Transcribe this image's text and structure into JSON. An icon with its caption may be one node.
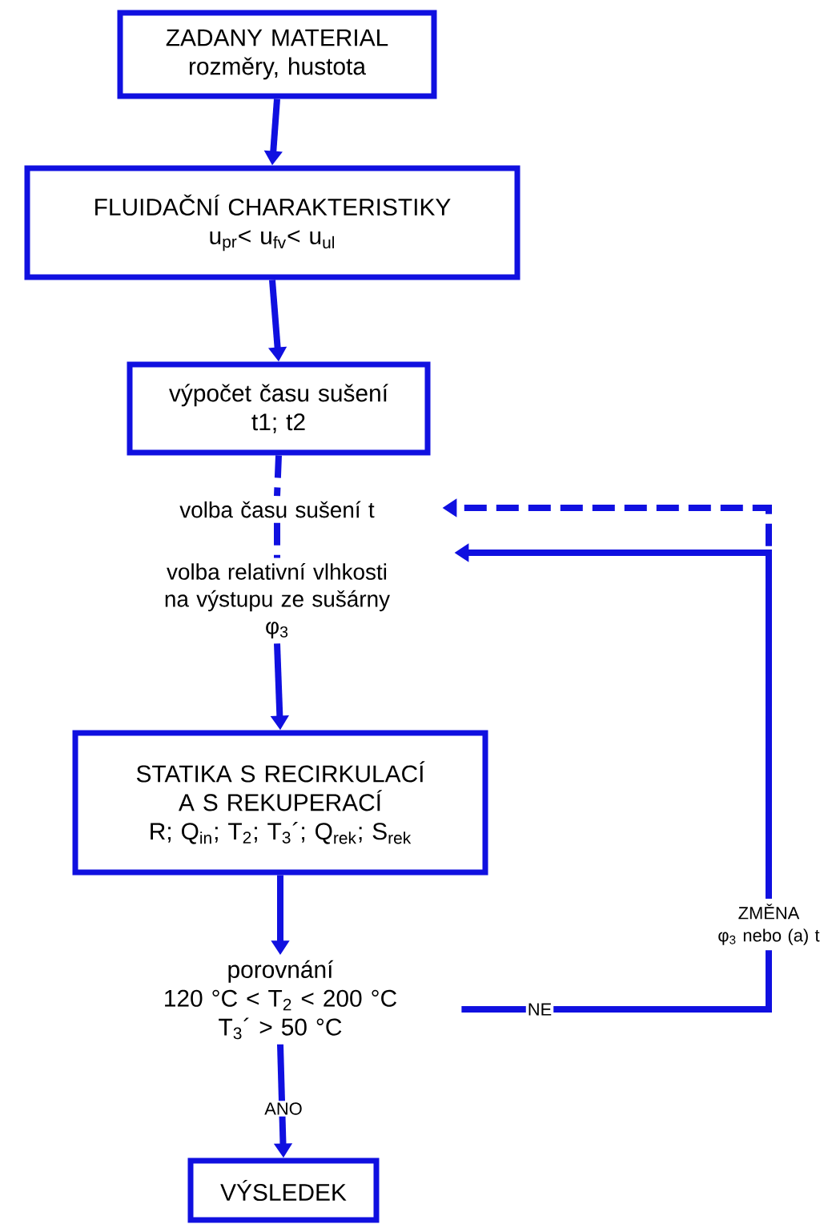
{
  "diagram": {
    "nodes": [
      {
        "text": [
          "ZADANY MATERIAL",
          "rozměry, hustota"
        ]
      },
      {
        "text": [
          "FLUIDAČNÍ CHARAKTERISTIKY",
          "u$_{pr}$< u$_{fv}$< u$_{ul}$"
        ]
      },
      {
        "text": [
          "výpočet času sušení",
          "t1; t2"
        ]
      },
      {
        "text": [
          "volba času sušení t"
        ]
      },
      {
        "text": [
          "volba relativní vlhkosti na výstupu ze sušárny",
          "φ$_{3}$"
        ]
      },
      {
        "text": [
          "STATIKA S RECIRKULACÍ A S REKUPERACÍ",
          "R; Q$_{in}$; T$_{2}$; T$_{3}$´; Q$_{rek}$; S$_{rek}$"
        ]
      },
      {
        "text": [
          "porovnání",
          "120 °C < T$_{2}$ < 200 °C",
          "T$_{3}$´ > 50 °C"
        ]
      },
      {
        "text": [
          "VÝSLEDEK"
        ]
      },
      {
        "text": [
          "ZMĚNA",
          "φ$_{3}$ nebo (a) t"
        ]
      }
    ],
    "edges": [
      {
        "from": 0,
        "to": 1,
        "arrow": "to"
      },
      {
        "from": 1,
        "to": 2,
        "arrow": "to"
      },
      {
        "from": 2,
        "to": 3,
        "arrow": "none",
        "style": "dashed"
      },
      {
        "from": 3,
        "to": 4,
        "arrow": "none",
        "style": "dashed"
      },
      {
        "from": 4,
        "to": 5,
        "arrow": "to"
      },
      {
        "from": 5,
        "to": 6,
        "arrow": "to"
      },
      {
        "from": 6,
        "to": 7,
        "arrow": "to",
        "label": "ANO"
      },
      {
        "from": 6,
        "to": 8,
        "arrow": "none",
        "label": "NE"
      },
      {
        "from": 8,
        "to": 3,
        "arrow": "to",
        "style": "dashed"
      },
      {
        "from": 8,
        "to": 4,
        "arrow": "to"
      }
    ]
  }
}
